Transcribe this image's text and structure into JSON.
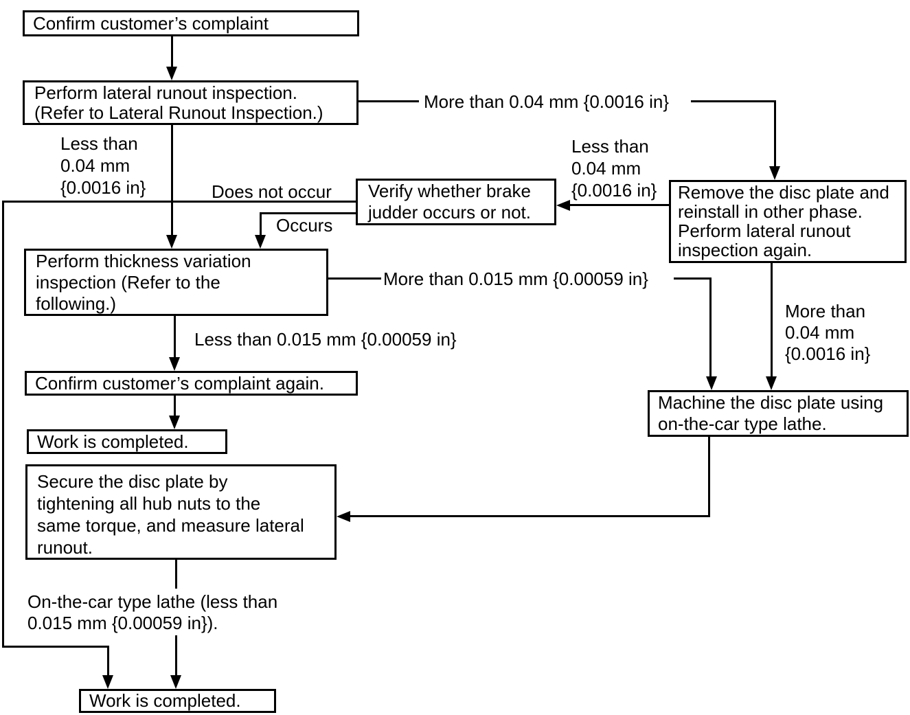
{
  "nodes": {
    "confirm_complaint": "Confirm customer’s complaint",
    "lateral_runout": "Perform lateral runout inspection.\n(Refer to Lateral Runout Inspection.)",
    "verify_judder": "Verify whether brake\njudder occurs or not.",
    "remove_disc": "Remove the disc plate and\nreinstall in other phase.\nPerform lateral runout\ninspection again.",
    "thickness_variation": "Perform thickness variation\ninspection (Refer to the\nfollowing.)",
    "confirm_again": "Confirm customer’s complaint again.",
    "work_completed_1": "Work is completed.",
    "secure_disc": "Secure the disc plate by\ntightening all hub nuts to the\nsame torque, and measure lateral\nrunout.",
    "machine_disc": "Machine the disc plate using\non-the-car type lathe.",
    "work_completed_2": "Work is completed."
  },
  "edge_labels": {
    "less_than_004_left": "Less than\n0.04 mm\n{0.0016 in}",
    "more_than_004_top": "More than 0.04 mm {0.0016 in}",
    "does_not_occur": "Does not occur",
    "occurs": "Occurs",
    "less_than_004_mid": "Less than\n0.04 mm\n{0.0016 in}",
    "more_than_0015": "More than 0.015 mm {0.00059 in}",
    "less_than_0015": "Less than 0.015 mm {0.00059 in}",
    "more_than_004_right": "More than\n0.04 mm\n{0.0016 in}",
    "on_the_car_lathe": "On-the-car type lathe (less than\n0.015 mm {0.00059 in})."
  },
  "colors": {
    "line": "#000000",
    "box_background": "#ffffff",
    "text": "#000000",
    "page_background": "#ffffff"
  }
}
